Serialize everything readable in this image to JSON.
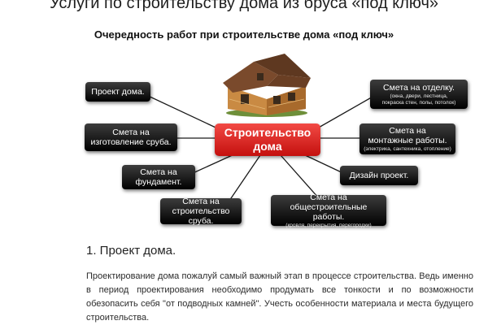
{
  "page": {
    "title": "Услуги по строительству дома из бруса «под ключ»",
    "subtitle": "Очередность работ при строительстве дома «под ключ»"
  },
  "diagram": {
    "center_label": "Строительство\nдома",
    "center_color": "#d91a17",
    "node_color": "#111111",
    "nodes": [
      {
        "label": "Проект дома.",
        "note": ""
      },
      {
        "label": "Смета на\nизготовление сруба.",
        "note": ""
      },
      {
        "label": "Смета на\nфундамент.",
        "note": ""
      },
      {
        "label": "Смета на\nстроительство сруба.",
        "note": ""
      },
      {
        "label": "Смета на отделку.",
        "note": "(окна, двери, лестница,\nпокраска стен, полы, потолок)"
      },
      {
        "label": "Смета на\nмонтажные работы.",
        "note": "(электрика, сантехника, отопление)"
      },
      {
        "label": "Дизайн проект.",
        "note": ""
      },
      {
        "label": "Смета на\nобщестроительные работы.",
        "note": "(кровля, перекрытия, перегородки)"
      }
    ]
  },
  "section": {
    "heading": "1. Проект дома.",
    "paragraph": "Проектирование дома пожалуй самый важный этап в процессе строительства. Ведь именно в период проектирования необходимо продумать все тонкости и по возможности обезопасить себя \"от подводных камней\". Учесть особенности материала и места будущего строительства."
  }
}
